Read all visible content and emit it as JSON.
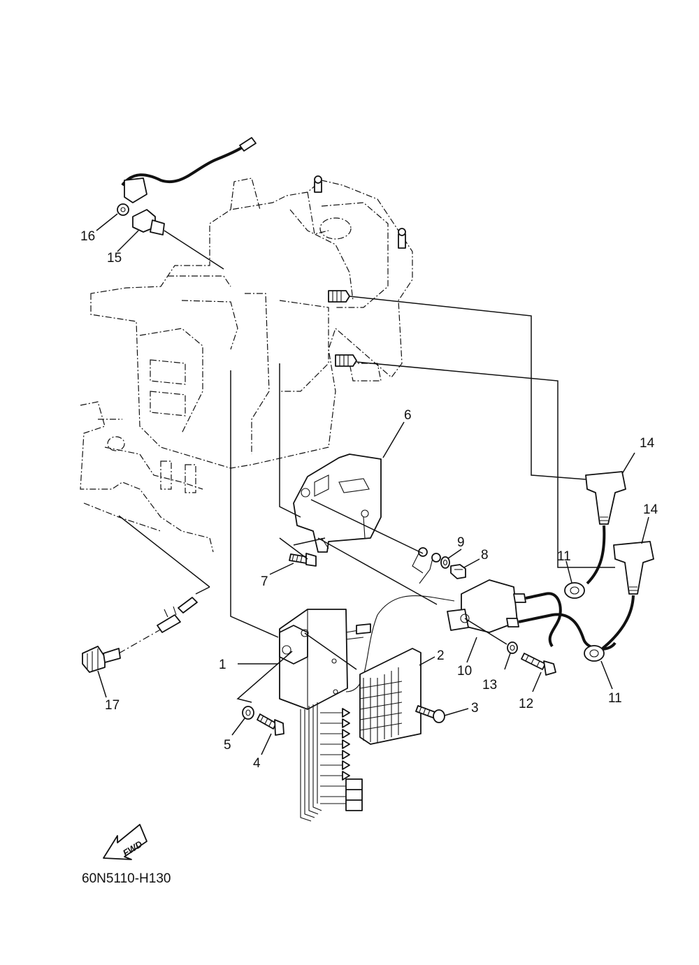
{
  "diagram": {
    "drawing_code": "60N5110-H130",
    "fwd_label": "FWD",
    "callouts": [
      "1",
      "2",
      "3",
      "4",
      "5",
      "6",
      "7",
      "8",
      "9",
      "10",
      "11",
      "11",
      "12",
      "13",
      "14",
      "14",
      "15",
      "16",
      "17"
    ]
  }
}
